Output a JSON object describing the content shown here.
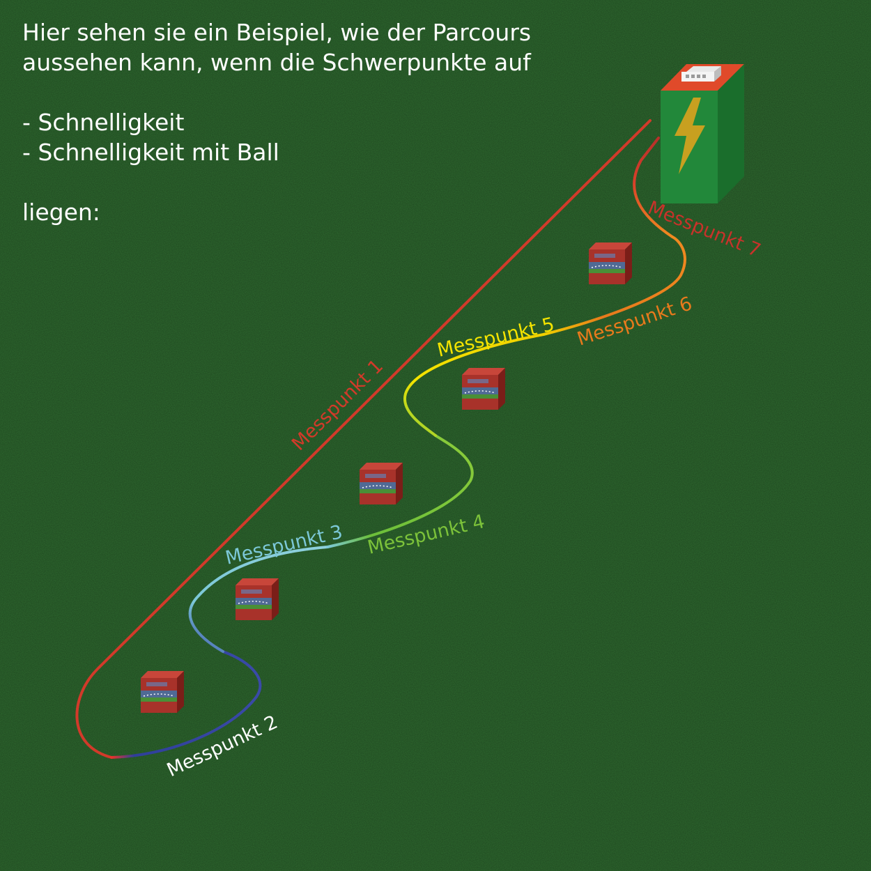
{
  "intro": {
    "line1": "Hier sehen sie ein Beispiel, wie der Parcours",
    "line2": "aussehen kann, wenn die Schwerpunkte auf",
    "item1": "- Schnelligkeit",
    "item2": "- Schnelligkeit mit Ball",
    "outro": "liegen:"
  },
  "segments": [
    {
      "label": "Messpunkt 1",
      "color": "#d23a2a"
    },
    {
      "label": "Messpunkt 2",
      "color": "#2f3f9a"
    },
    {
      "label": "Messpunkt 3",
      "color": "#7cc8d8"
    },
    {
      "label": "Messpunkt 4",
      "color": "#7cc23a"
    },
    {
      "label": "Messpunkt 5",
      "color": "#f4e400"
    },
    {
      "label": "Messpunkt 6",
      "color": "#e87a1c"
    },
    {
      "label": "Messpunkt 7",
      "color": "#c8322a"
    }
  ],
  "colors": {
    "grass": "#2f6b30",
    "text": "#ffffff",
    "cone_red": "#b8352a",
    "gate_green": "#22883a",
    "gate_top": "#e04a2a",
    "lightning": "#c8a020"
  }
}
